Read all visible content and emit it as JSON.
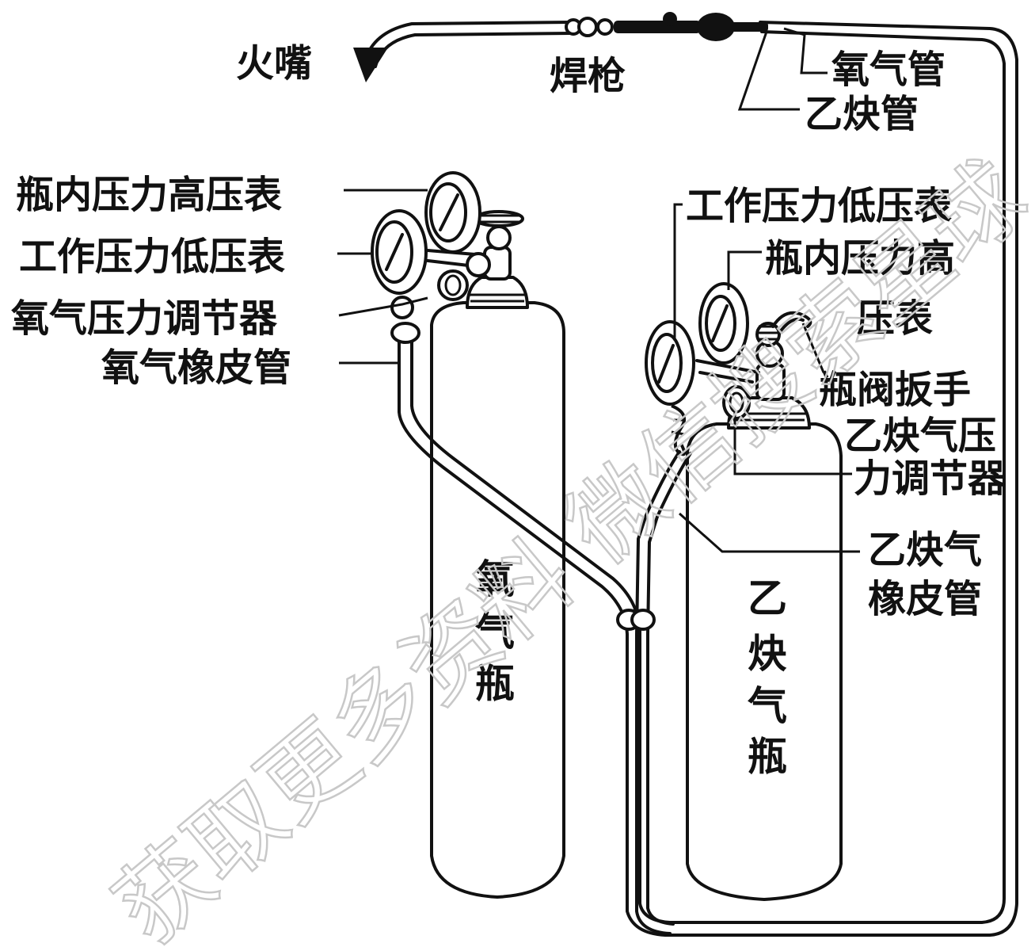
{
  "labels": {
    "torch_tip": "火嘴",
    "torch": "焊枪",
    "oxygen_hose_top": "氧气管",
    "acetylene_hose_top": "乙炔管",
    "o2_high_gauge": "瓶内压力高压表",
    "o2_low_gauge": "工作压力低压表",
    "o2_regulator": "氧气压力调节器",
    "o2_rubber_hose": "氧气橡皮管",
    "ac_low_gauge": "工作压力低压表",
    "ac_high_gauge_line1": "瓶内压力高",
    "ac_high_gauge_line2": "压表",
    "valve_wrench": "瓶阀扳手",
    "ac_regulator_line1": "乙炔气压",
    "ac_regulator_line2": "力调节器",
    "ac_rubber_hose_line1": "乙炔气",
    "ac_rubber_hose_line2": "橡皮管"
  },
  "cylinders": {
    "oxygen": [
      "氧",
      "气",
      "瓶"
    ],
    "acetylene": [
      "乙",
      "炔",
      "气",
      "瓶"
    ]
  },
  "watermark": "获取更多资料 微信搜索星球"
}
